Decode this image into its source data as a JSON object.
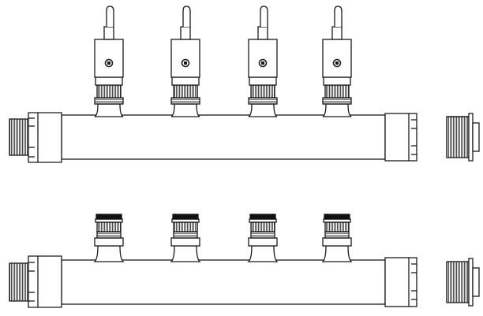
{
  "figure": {
    "kind": "technical line drawing",
    "subject": "pipe manifold",
    "variants": [
      {
        "id": "with-valves",
        "outlet_count": 4,
        "outlet_type": "ball valve with lever handle"
      },
      {
        "id": "plain",
        "outlet_count": 4,
        "outlet_type": "plain threaded outlet"
      }
    ],
    "colors": {
      "line": "#1a1a1a",
      "fill": "#ffffff",
      "hatch": "#555555",
      "dark_band": "#111111"
    }
  }
}
